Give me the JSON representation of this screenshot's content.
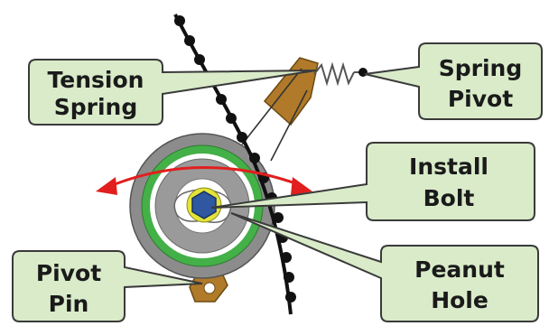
{
  "labels": {
    "tension_spring": [
      "Tension",
      "Spring"
    ],
    "spring_pivot": [
      "Spring",
      "Pivot"
    ],
    "install_bolt": [
      "Install",
      "Bolt"
    ],
    "peanut_hole": [
      "Peanut",
      "Hole"
    ],
    "pivot_pin": [
      "Pivot",
      "Pin"
    ]
  },
  "colors": {
    "callout_fill": "#d9ebc9",
    "callout_stroke": "#3a3a3a",
    "bracket": "#b07a2a",
    "pulley_outer": "#8c8c8c",
    "pulley_green": "#44b048",
    "pulley_inner": "#999999",
    "bolt": "#2f58a0",
    "bolt_ring": "#e3e33a",
    "arrow": "#e21e1e",
    "chain": "#111111"
  }
}
